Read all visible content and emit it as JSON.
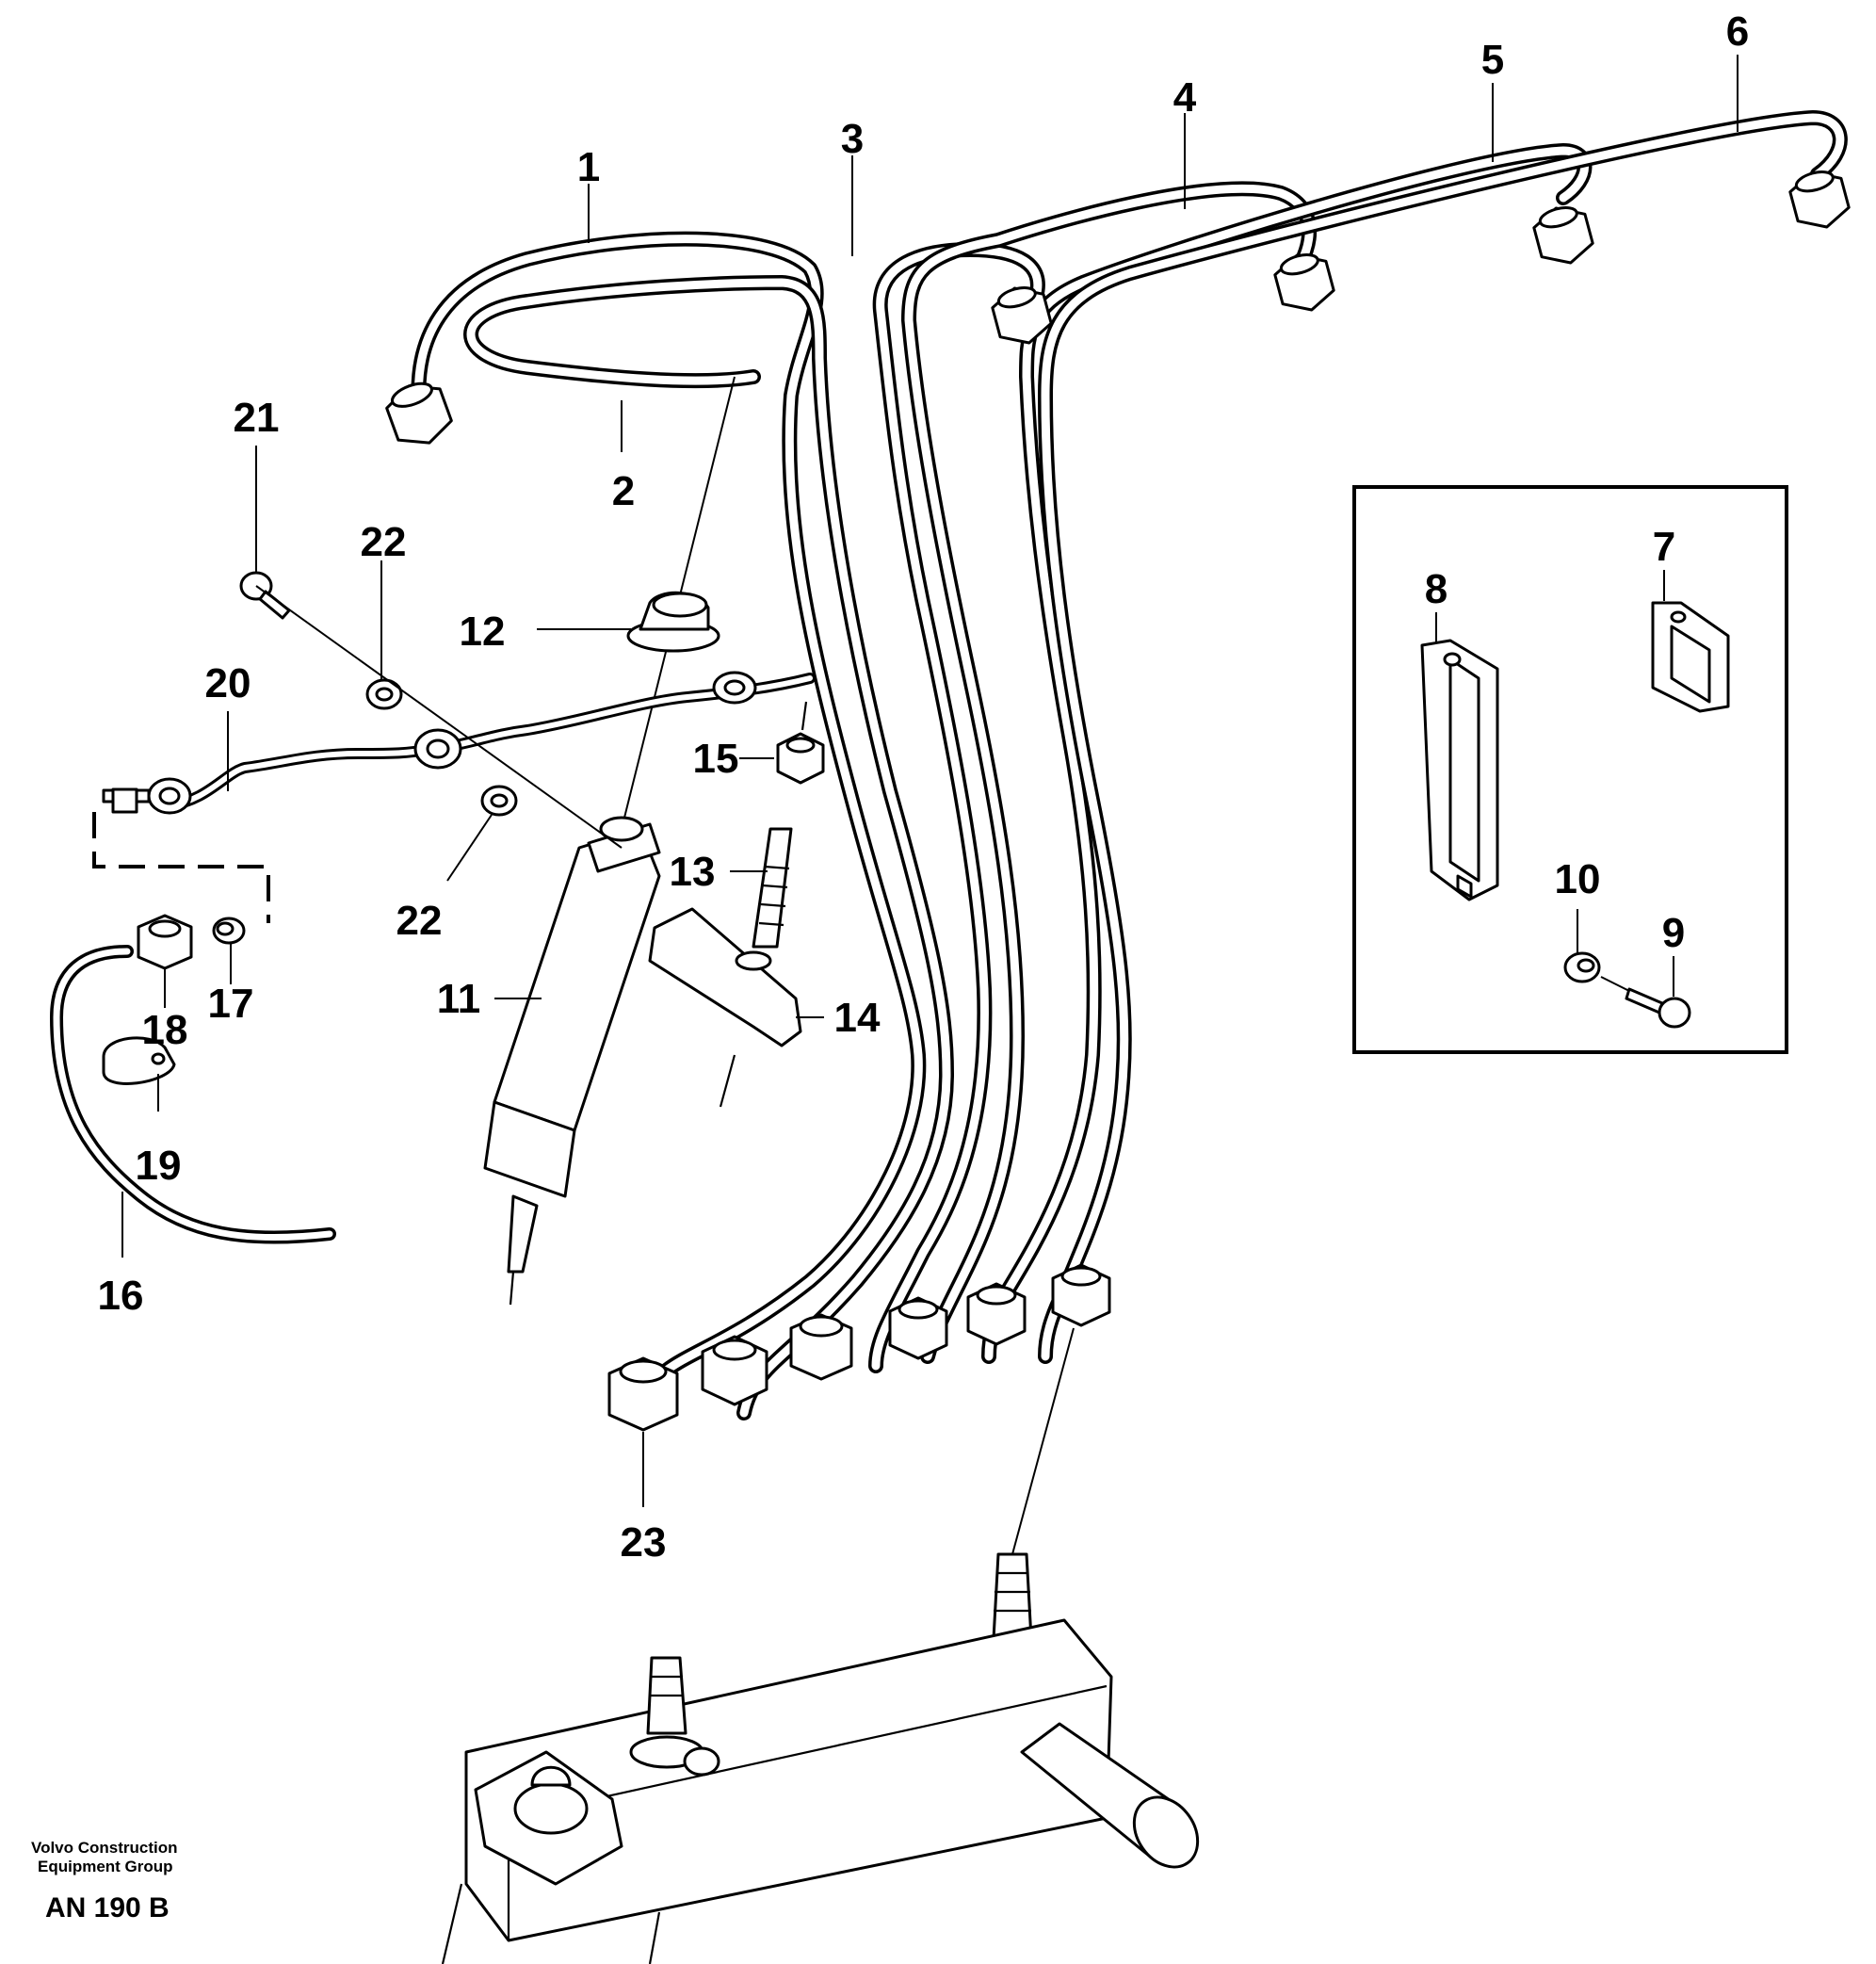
{
  "diagram": {
    "callouts": [
      {
        "id": "1",
        "label": "1"
      },
      {
        "id": "2",
        "label": "2"
      },
      {
        "id": "3",
        "label": "3"
      },
      {
        "id": "4",
        "label": "4"
      },
      {
        "id": "5",
        "label": "5"
      },
      {
        "id": "6",
        "label": "6"
      },
      {
        "id": "7",
        "label": "7"
      },
      {
        "id": "8",
        "label": "8"
      },
      {
        "id": "9",
        "label": "9"
      },
      {
        "id": "10",
        "label": "10"
      },
      {
        "id": "11",
        "label": "11"
      },
      {
        "id": "12",
        "label": "12"
      },
      {
        "id": "13",
        "label": "13"
      },
      {
        "id": "14",
        "label": "14"
      },
      {
        "id": "15",
        "label": "15"
      },
      {
        "id": "16",
        "label": "16"
      },
      {
        "id": "17",
        "label": "17"
      },
      {
        "id": "18",
        "label": "18"
      },
      {
        "id": "19",
        "label": "19"
      },
      {
        "id": "20",
        "label": "20"
      },
      {
        "id": "21",
        "label": "21"
      },
      {
        "id": "22a",
        "label": "22"
      },
      {
        "id": "22b",
        "label": "22"
      },
      {
        "id": "23",
        "label": "23"
      }
    ]
  },
  "footer": {
    "company_line1": "Volvo Construction",
    "company_line2": "Equipment Group",
    "drawing_code": "AN 190 B"
  }
}
